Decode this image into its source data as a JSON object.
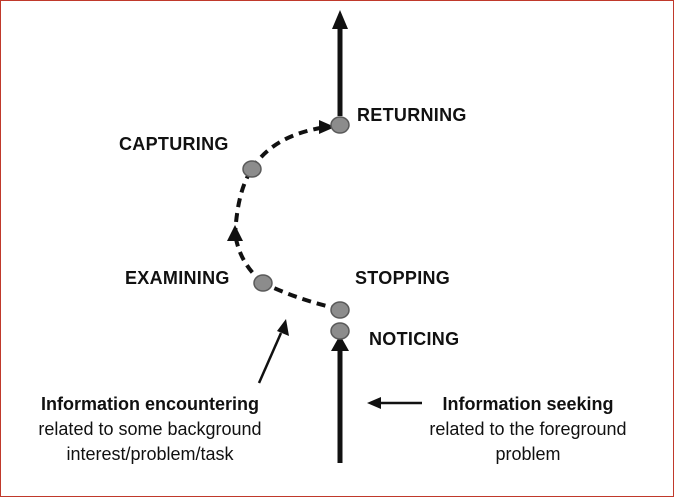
{
  "stages": {
    "returning": "RETURNING",
    "capturing": "CAPTURING",
    "examining": "EXAMINING",
    "stopping": "STOPPING",
    "noticing": "NOTICING"
  },
  "captions": {
    "encountering": {
      "title": "Information encountering",
      "line1": "related to some background",
      "line2": "interest/problem/task"
    },
    "seeking": {
      "title": "Information seeking",
      "line1": "related to the foreground",
      "line2": "problem"
    }
  },
  "colors": {
    "node_fill": "#8c8c8c",
    "node_stroke": "#5a5a5a",
    "line": "#111111",
    "frame_border": "#c0392b"
  }
}
